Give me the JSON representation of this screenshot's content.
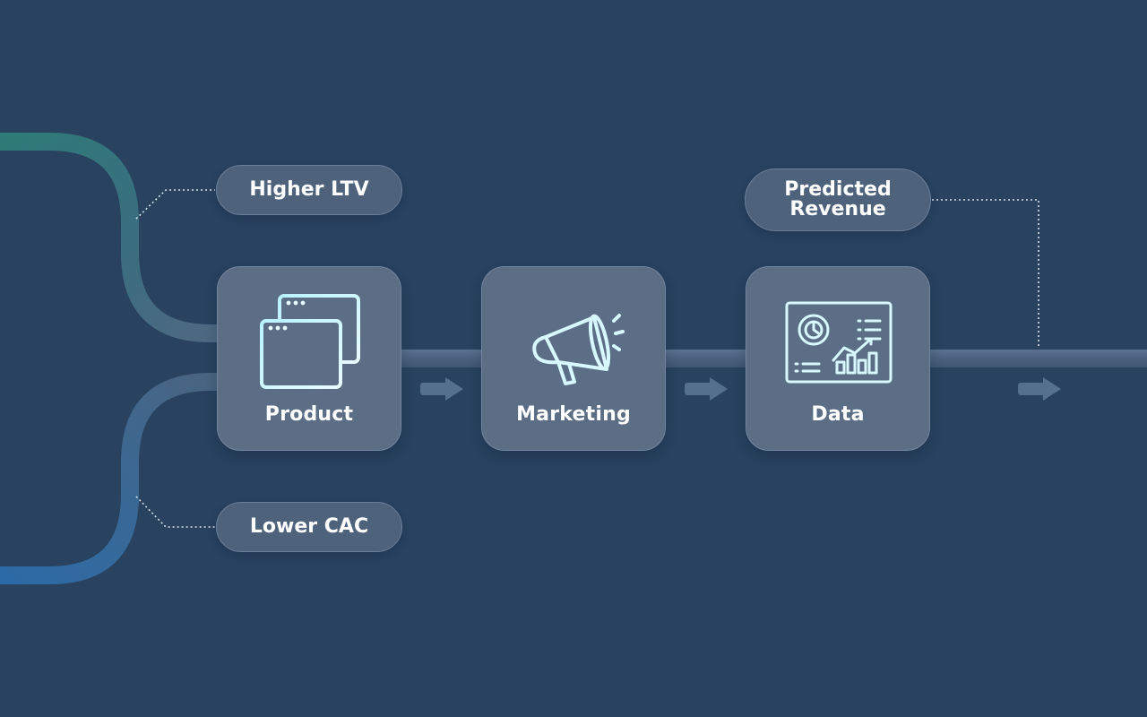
{
  "diagram": {
    "nodes": [
      {
        "id": "product",
        "label": "Product",
        "icon": "browser-windows-icon"
      },
      {
        "id": "marketing",
        "label": "Marketing",
        "icon": "megaphone-icon"
      },
      {
        "id": "data",
        "label": "Data",
        "icon": "analytics-dashboard-icon"
      }
    ],
    "annotations": {
      "higher_ltv": "Higher LTV",
      "lower_cac": "Lower CAC",
      "predicted_revenue_line1": "Predicted",
      "predicted_revenue_line2": "Revenue"
    },
    "colors": {
      "background": "#284260",
      "node_fill": "#5b6e86",
      "pill_fill": "#4e627c",
      "connector": "#4d6580",
      "top_curve_accent": "#2f7a78",
      "bottom_curve_accent": "#2c6aa6",
      "icon_gradient_start": "#b8f3ff",
      "icon_gradient_end": "#e8fbff"
    }
  }
}
